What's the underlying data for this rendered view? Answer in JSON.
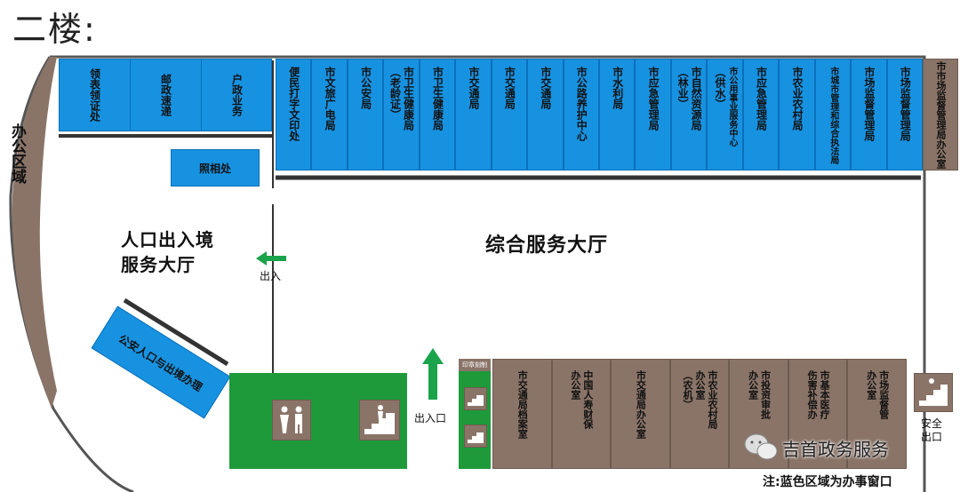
{
  "floor_title": "二楼:",
  "office_area": "办公区域",
  "top_left_blue": [
    "领表领证处",
    "邮政速递",
    "户政业务"
  ],
  "photo_office": "照相处",
  "immigration_hall": [
    "人口出入境",
    "服务大厅"
  ],
  "immigration_exit_label": "出入",
  "public_security_window": "公安人口与出境办理",
  "main_hall": "综合服务大厅",
  "top_windows": [
    {
      "cols": [
        "便民打字文印处"
      ]
    },
    {
      "cols": [
        "市文旅广电局"
      ]
    },
    {
      "cols": [
        "市公安局"
      ]
    },
    {
      "cols": [
        "市卫生健康局",
        "（老龄证）"
      ]
    },
    {
      "cols": [
        "市卫生健康局"
      ]
    },
    {
      "cols": [
        "市交通局"
      ]
    },
    {
      "cols": [
        "市交通局"
      ]
    },
    {
      "cols": [
        "市交通局"
      ]
    },
    {
      "cols": [
        "市公路养护中心"
      ]
    },
    {
      "cols": [
        "市水利局"
      ]
    },
    {
      "cols": [
        "市应急管理局"
      ]
    },
    {
      "cols": [
        "市自然资源局",
        "（林业）"
      ]
    },
    {
      "cols": [
        "市公用事业服务中心",
        "（供水）"
      ]
    },
    {
      "cols": [
        "市应急管理局"
      ]
    },
    {
      "cols": [
        "市农业农村局"
      ]
    },
    {
      "cols": [
        "市城市管理和综合执法局"
      ]
    },
    {
      "cols": [
        "市场监督管理局"
      ]
    },
    {
      "cols": [
        "市场监督管理局"
      ]
    }
  ],
  "top_right_office": "市市场监督管理局办公室",
  "entrance_label": "出入口",
  "stamp_label": "印章刻制",
  "bottom_offices": [
    {
      "cols": [
        "市交通局档案室"
      ]
    },
    {
      "cols": [
        "中国人寿财保",
        "办公室"
      ]
    },
    {
      "cols": [
        "市交通局办公室"
      ]
    },
    {
      "cols": [
        "市农业农村局",
        "办公室",
        "（农机）"
      ]
    },
    {
      "cols": [
        "市投资审批",
        "办公室"
      ]
    },
    {
      "cols": [
        "市基本医疗",
        "伤害补偿办"
      ]
    },
    {
      "cols": [
        "市场监督管",
        "办公室"
      ]
    }
  ],
  "safety_exit": [
    "安全",
    "出口"
  ],
  "watermark": "吉首政务服务",
  "note": "注:蓝色区域为办事窗口",
  "colors": {
    "window_blue": "#1792e1",
    "office_brown": "#8a7468",
    "restroom_green": "#1e9a3a",
    "arrow_green": "#1aa34a"
  },
  "icons": [
    "restroom-icon",
    "stairs-icon",
    "arrow-up-icon",
    "arrow-left-icon",
    "wechat-icon"
  ]
}
